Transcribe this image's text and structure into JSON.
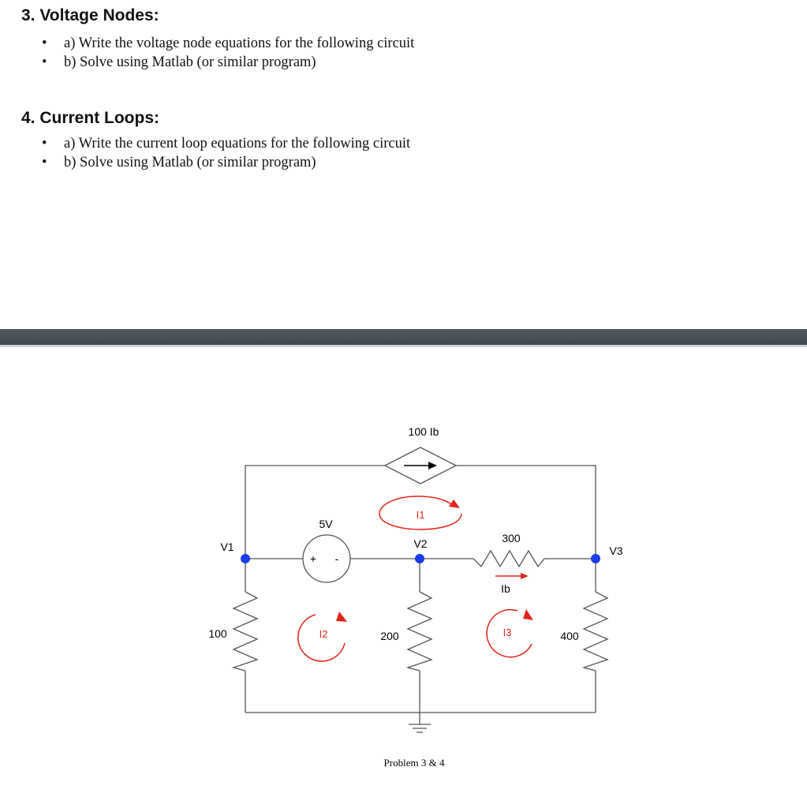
{
  "section3": {
    "heading": "3. Voltage Nodes:",
    "items": [
      "a) Write the voltage node equations for the following circuit",
      "b) Solve using Matlab (or similar program)"
    ]
  },
  "section4": {
    "heading": "4. Current Loops:",
    "items": [
      "a) Write the current loop equations for the following circuit",
      "b) Solve using Matlab (or similar program)"
    ]
  },
  "bullet_symbol": "•",
  "circuit": {
    "dependent_source_label": "100 Ib",
    "voltage_source": {
      "label": "5V",
      "plus": "+",
      "minus": "-"
    },
    "nodes": {
      "v1": "V1",
      "v2": "V2",
      "v3": "V3"
    },
    "resistors": {
      "r100": "100",
      "r200": "200",
      "r300": "300",
      "r400": "400"
    },
    "branch_current": "Ib",
    "loops": {
      "i1": "I1",
      "i2": "I2",
      "i3": "I3"
    },
    "caption": "Problem 3 & 4"
  },
  "colors": {
    "node": "#1a3ee8",
    "annotation": "#e0251a",
    "wire": "#555555"
  }
}
